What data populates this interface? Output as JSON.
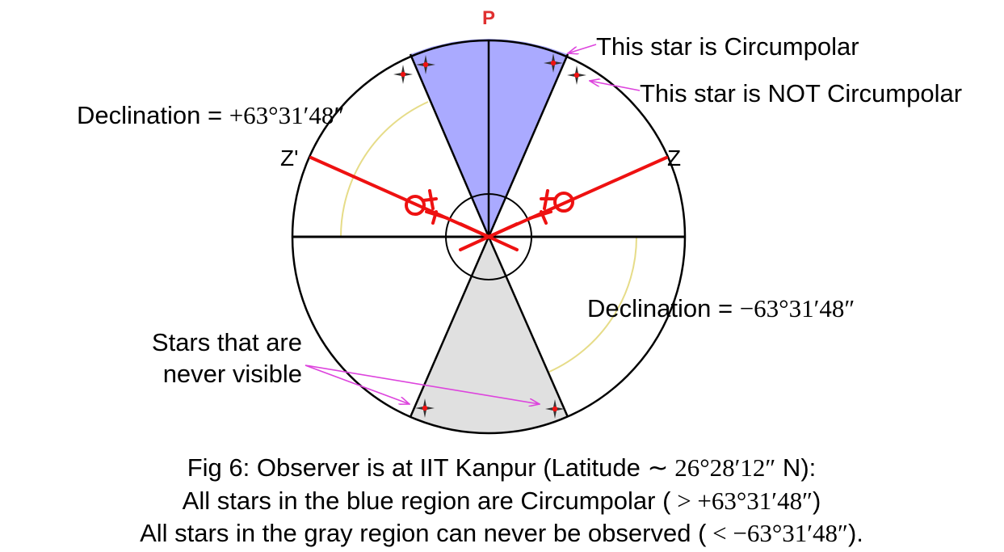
{
  "labels": {
    "pole": "P",
    "zenith": "Z",
    "zenith_prime": "Z'",
    "circumpolar_note": "This star is Circumpolar",
    "not_circumpolar_note": "This star is NOT Circumpolar",
    "never_visible_line1": "Stars that are",
    "never_visible_line2": "never visible",
    "declination_label": "Declination = ",
    "declination_pos": "+63°31′48″",
    "declination_neg": "−63°31′48″"
  },
  "caption": {
    "line1_text": "Fig 6: Observer is at IIT Kanpur (Latitude ",
    "line1_math": "∼ 26°28′12″",
    "line1_end": " N):",
    "line2_text": "All stars in the blue region are Circumpolar (",
    "line2_math": " > +63°31′48″",
    "line2_end": ")",
    "line3_text": "All stars in the gray region can never be observed (",
    "line3_math": " < −63°31′48″",
    "line3_end": ")."
  },
  "colors": {
    "circumpolar_region": "#aaaaff",
    "never_visible_region": "#e0e0e0",
    "observer_lines": "#ee1111",
    "pointer_arrows": "#dd44dd",
    "declination_arcs": "#e6dc88",
    "pole_label": "#e03030"
  }
}
